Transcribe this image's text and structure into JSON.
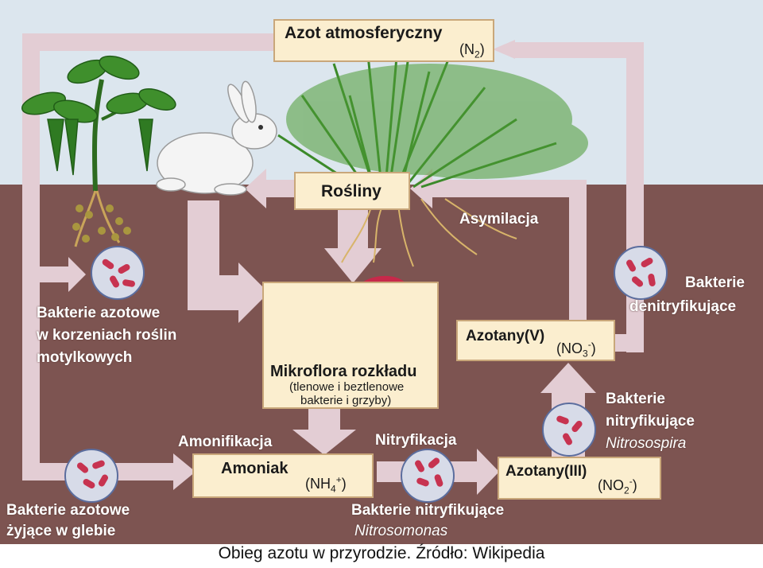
{
  "colors": {
    "sky": "#dce6ee",
    "soil": "#7d5451",
    "arrow": "#e3cdd4",
    "box": "#fbeecf",
    "box_border": "#c9a77a",
    "bacteria": "#c73350",
    "cell": "#d7dbe8"
  },
  "boxes": {
    "atmospheric": {
      "title": "Azot atmosferyczny",
      "formula": "(N",
      "sub": "2",
      "close": ")"
    },
    "plants": {
      "title": "Rośliny"
    },
    "microflora": {
      "title": "Mikroflora rozkładu",
      "line1": "(tlenowe i beztlenowe",
      "line2": "bakterie i grzyby)"
    },
    "nitrates5": {
      "title": "Azotany(V)",
      "formula": "(NO",
      "sub": "3",
      "sup": "-",
      "close": ")"
    },
    "ammonia": {
      "title": "Amoniak",
      "formula": "(NH",
      "sub": "4",
      "sup": "+",
      "close": ")"
    },
    "nitrites3": {
      "title": "Azotany(III)",
      "formula": "(NO",
      "sub": "2",
      "sup": "-",
      "close": ")"
    }
  },
  "labels": {
    "assimilation": "Asymilacja",
    "denitrifying_1": "Bakterie",
    "denitrifying_2": "denitryfikujące",
    "root_bacteria_1": "Bakterie azotowe",
    "root_bacteria_2": "w korzeniach roślin",
    "root_bacteria_3": "motylkowych",
    "nitrifying_1": "Bakterie",
    "nitrifying_2": "nitryfikujące",
    "nitrosospira": "Nitrosospira",
    "ammonification": "Amonifikacja",
    "nitrification": "Nitryfikacja",
    "soil_bacteria_1": "Bakterie azotowe",
    "soil_bacteria_2": "żyjące w glebie",
    "nitrifying_bottom": "Bakterie nitryfikujące",
    "nitrosomonas": "Nitrosomonas"
  },
  "caption": "Obieg azotu w przyrodzie. Źródło: Wikipedia"
}
